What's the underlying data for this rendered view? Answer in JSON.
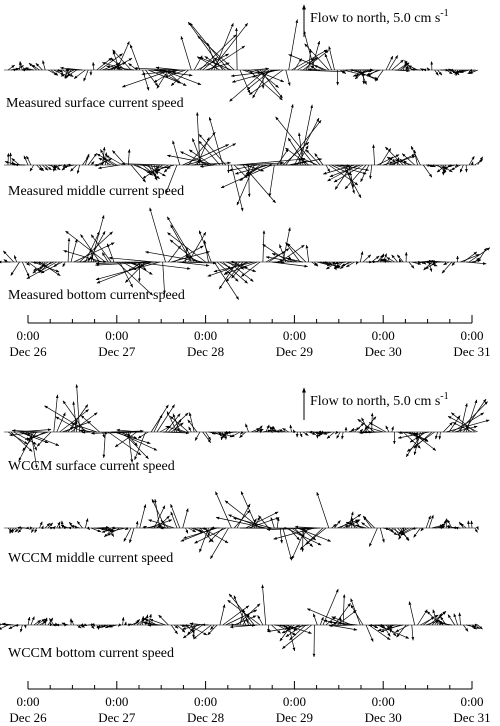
{
  "chart_data": [
    {
      "type": "stick-plot",
      "group": "measured",
      "scale_label": "Flow to north, 5.0 cm s",
      "scale_label_sup": "-1",
      "scale_value": 5.0,
      "series": [
        {
          "name": "Measured surface current speed",
          "seed": 11,
          "amp": 1.15
        },
        {
          "name": "Measured middle current speed",
          "seed": 23,
          "amp": 1.3
        },
        {
          "name": "Measured bottom current speed",
          "seed": 37,
          "amp": 1.25
        }
      ],
      "x_ticks": [
        {
          "time": "0:00",
          "date": "Dec 26"
        },
        {
          "time": "0:00",
          "date": "Dec 27"
        },
        {
          "time": "0:00",
          "date": "Dec 28"
        },
        {
          "time": "0:00",
          "date": "Dec 29"
        },
        {
          "time": "0:00",
          "date": "Dec 30"
        },
        {
          "time": "0:00",
          "date": "Dec 31"
        }
      ]
    },
    {
      "type": "stick-plot",
      "group": "wccm",
      "scale_label": "Flow to north, 5.0 cm s",
      "scale_label_sup": "-1",
      "scale_value": 5.0,
      "series": [
        {
          "name": "WCCM surface current speed",
          "seed": 51,
          "amp": 1.0
        },
        {
          "name": "WCCM middle current speed",
          "seed": 67,
          "amp": 0.95
        },
        {
          "name": "WCCM bottom current speed",
          "seed": 79,
          "amp": 0.85
        }
      ],
      "x_ticks": [
        {
          "time": "0:00",
          "date": "Dec 26"
        },
        {
          "time": "0:00",
          "date": "Dec 27"
        },
        {
          "time": "0:00",
          "date": "Dec 28"
        },
        {
          "time": "0:00",
          "date": "Dec 29"
        },
        {
          "time": "0:00",
          "date": "Dec 30"
        },
        {
          "time": "0:00",
          "date": "Dec 31"
        }
      ]
    }
  ]
}
